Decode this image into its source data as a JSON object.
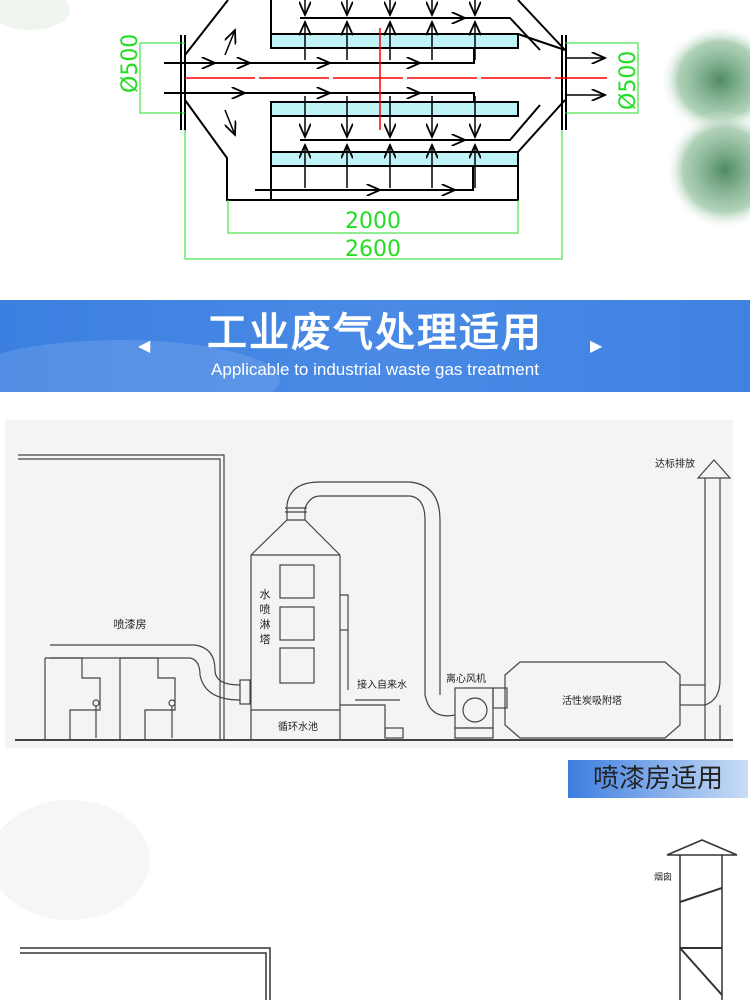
{
  "top_diagram": {
    "dim_inlet": "Ø500",
    "dim_outlet": "Ø500",
    "dim_inner_length": "2000",
    "dim_outer_length": "2600"
  },
  "banner": {
    "title": "工业废气处理适用",
    "subtitle": "Applicable to industrial waste gas treatment",
    "left_arrow": "◀",
    "right_arrow": "▶"
  },
  "process_diagram": {
    "spray_booth": "喷漆房",
    "spray_tower": [
      "水",
      "喷",
      "淋",
      "塔"
    ],
    "water_inlet": "接入自来水",
    "circulating_pool": "循环水池",
    "centrifugal_fan": "离心风机",
    "carbon_tower": "活性炭吸附塔",
    "discharge": "达标排放"
  },
  "section_label": "喷漆房适用",
  "bottom_diagram": {
    "chimney_label": "烟囱"
  }
}
